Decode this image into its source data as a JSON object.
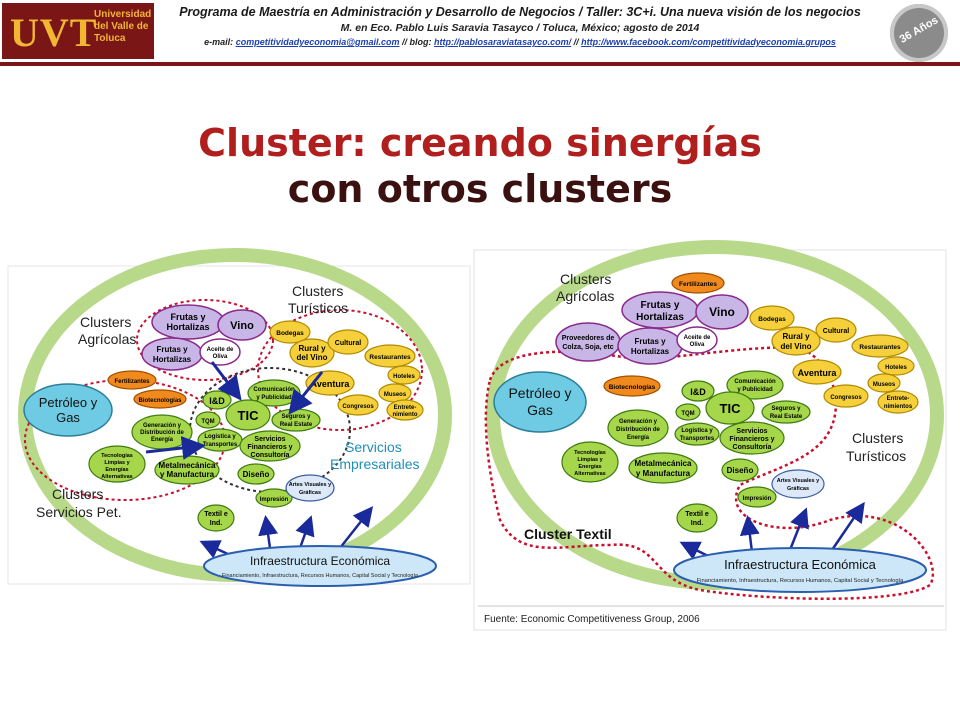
{
  "header": {
    "logo_text": "UVT",
    "logo_subtitle": "Universidad del Valle de Toluca",
    "line1": "Programa de Maestría en Administración y Desarrollo de Negocios / Taller: 3C+i. Una nueva visión de los negocios",
    "line2": "M. en Eco. Pablo Luis Saravia Tasayco / Toluca, México; agosto de 2014",
    "email_prefix": "e-mail:",
    "email": "competitividadyeconomia@gmail.com",
    "blog_prefix": "// blog:",
    "blog": "http://pablosaraviatasayco.com/",
    "sep": "//",
    "facebook": "http://www.facebook.com/competitividadyeconomia.grupos",
    "badge": "36 Años"
  },
  "title": {
    "line1": "Cluster: creando sinergías",
    "line2": "con otros clusters"
  },
  "left_diagram": {
    "clusters_agricolas": [
      "Clusters",
      "Agrícolas"
    ],
    "clusters_turisticos": [
      "Clusters",
      "Turísticos"
    ],
    "clusters_servicios_pet": [
      "Clusters",
      "Servicios Pet."
    ],
    "servicios_empresariales": [
      "Servicios",
      "Empresariales"
    ],
    "petroleo": [
      "Petróleo y",
      "Gas"
    ],
    "frutas_hortalizas_1": [
      "Frutas y",
      "Hortalizas"
    ],
    "vino": "Vino",
    "frutas_hortalizas_2": [
      "Frutas y",
      "Hortalizas"
    ],
    "aceite": [
      "Aceite de",
      "Oliva"
    ],
    "bodegas": "Bodegas",
    "rural": [
      "Rural y",
      "del Vino"
    ],
    "cultural": "Cultural",
    "restaurantes": "Restaurantes",
    "hoteles": "Hoteles",
    "museos": "Museos",
    "entretenimiento": [
      "Entrete-",
      "nimiento"
    ],
    "aventura": "Aventura",
    "congresos": "Congresos",
    "fertilizantes": "Fertilizantes",
    "biotecnologias": "Biotecnologías",
    "id": "I&D",
    "comunicacion": [
      "Comunicación",
      "y Publicidad"
    ],
    "tic": "TIC",
    "tqm": "TQM",
    "seguros": [
      "Seguros y",
      "Real Estate"
    ],
    "generacion": [
      "Generación y",
      "Distribución de",
      "Energía"
    ],
    "logistica": [
      "Logística y",
      "Transportes"
    ],
    "servicios_fin": [
      "Servicios",
      "Financieros y",
      "Consultoría"
    ],
    "tecnologias": [
      "Tecnologías",
      "Limpias y",
      "Energías",
      "Alternativas"
    ],
    "metalmecanica": [
      "Metalmecánica",
      "y Manufactura"
    ],
    "diseno": "Diseño",
    "impresion": "Impresión",
    "artes": [
      "Artes Visuales y",
      "Gráficas"
    ],
    "textil": [
      "Textil e",
      "Ind."
    ],
    "infra": "Infraestructura Económica",
    "infra_sub": "Financiamiento, Infraestructura, Recursos Humanos, Capital Social y Tecnología"
  },
  "right_diagram": {
    "clusters_agricolas": [
      "Clusters",
      "Agrícolas"
    ],
    "clusters_turisticos": [
      "Clusters",
      "Turísticos"
    ],
    "cluster_textil": "Cluster Textil",
    "petroleo": [
      "Petróleo y",
      "Gas"
    ],
    "fertilizantes": "Fertilizantes",
    "frutas_hortalizas_1": [
      "Frutas y",
      "Hortalizas"
    ],
    "vino": "Vino",
    "proveedores": [
      "Proveedores de",
      "Colza, Soja, etc"
    ],
    "frutas_hortalizas_2": [
      "Frutas y",
      "Hortalizas"
    ],
    "aceite": [
      "Aceite de",
      "Oliva"
    ],
    "bodegas": "Bodegas",
    "cultural": "Cultural",
    "rural": [
      "Rural y",
      "del Vino"
    ],
    "restaurantes": "Restaurantes",
    "hoteles": "Hoteles",
    "museos": "Museos",
    "entretenimiento": [
      "Entrete-",
      "nimientos"
    ],
    "aventura": "Aventura",
    "congresos": "Congresos",
    "biotecnologias": "Biotecnologías",
    "id": "I&D",
    "comunicacion": [
      "Comunicación",
      "y Publicidad"
    ],
    "tic": "TIC",
    "tqm": "TQM",
    "seguros": [
      "Seguros y",
      "Real Estate"
    ],
    "generacion": [
      "Generación y",
      "Distribución de",
      "Energía"
    ],
    "logistica": [
      "Logística y",
      "Transportes"
    ],
    "servicios_fin": [
      "Servicios",
      "Financieros y",
      "Consultoría"
    ],
    "tecnologias": [
      "Tecnologías",
      "Limpias y",
      "Energías",
      "Alternativas"
    ],
    "metalmecanica": [
      "Metalmecánica",
      "y Manufactura"
    ],
    "diseno": "Diseño",
    "impresion": "Impresión",
    "artes": [
      "Artes Visuales y",
      "Gráficas"
    ],
    "textil": [
      "Textil e",
      "Ind."
    ],
    "infra": "Infraestructura Económica",
    "infra_sub": "Financiamiento, Infraestructura, Recursos Humanos, Capital Social y Tecnología",
    "fuente": "Fuente: Economic Competitiveness Group, 2006"
  }
}
